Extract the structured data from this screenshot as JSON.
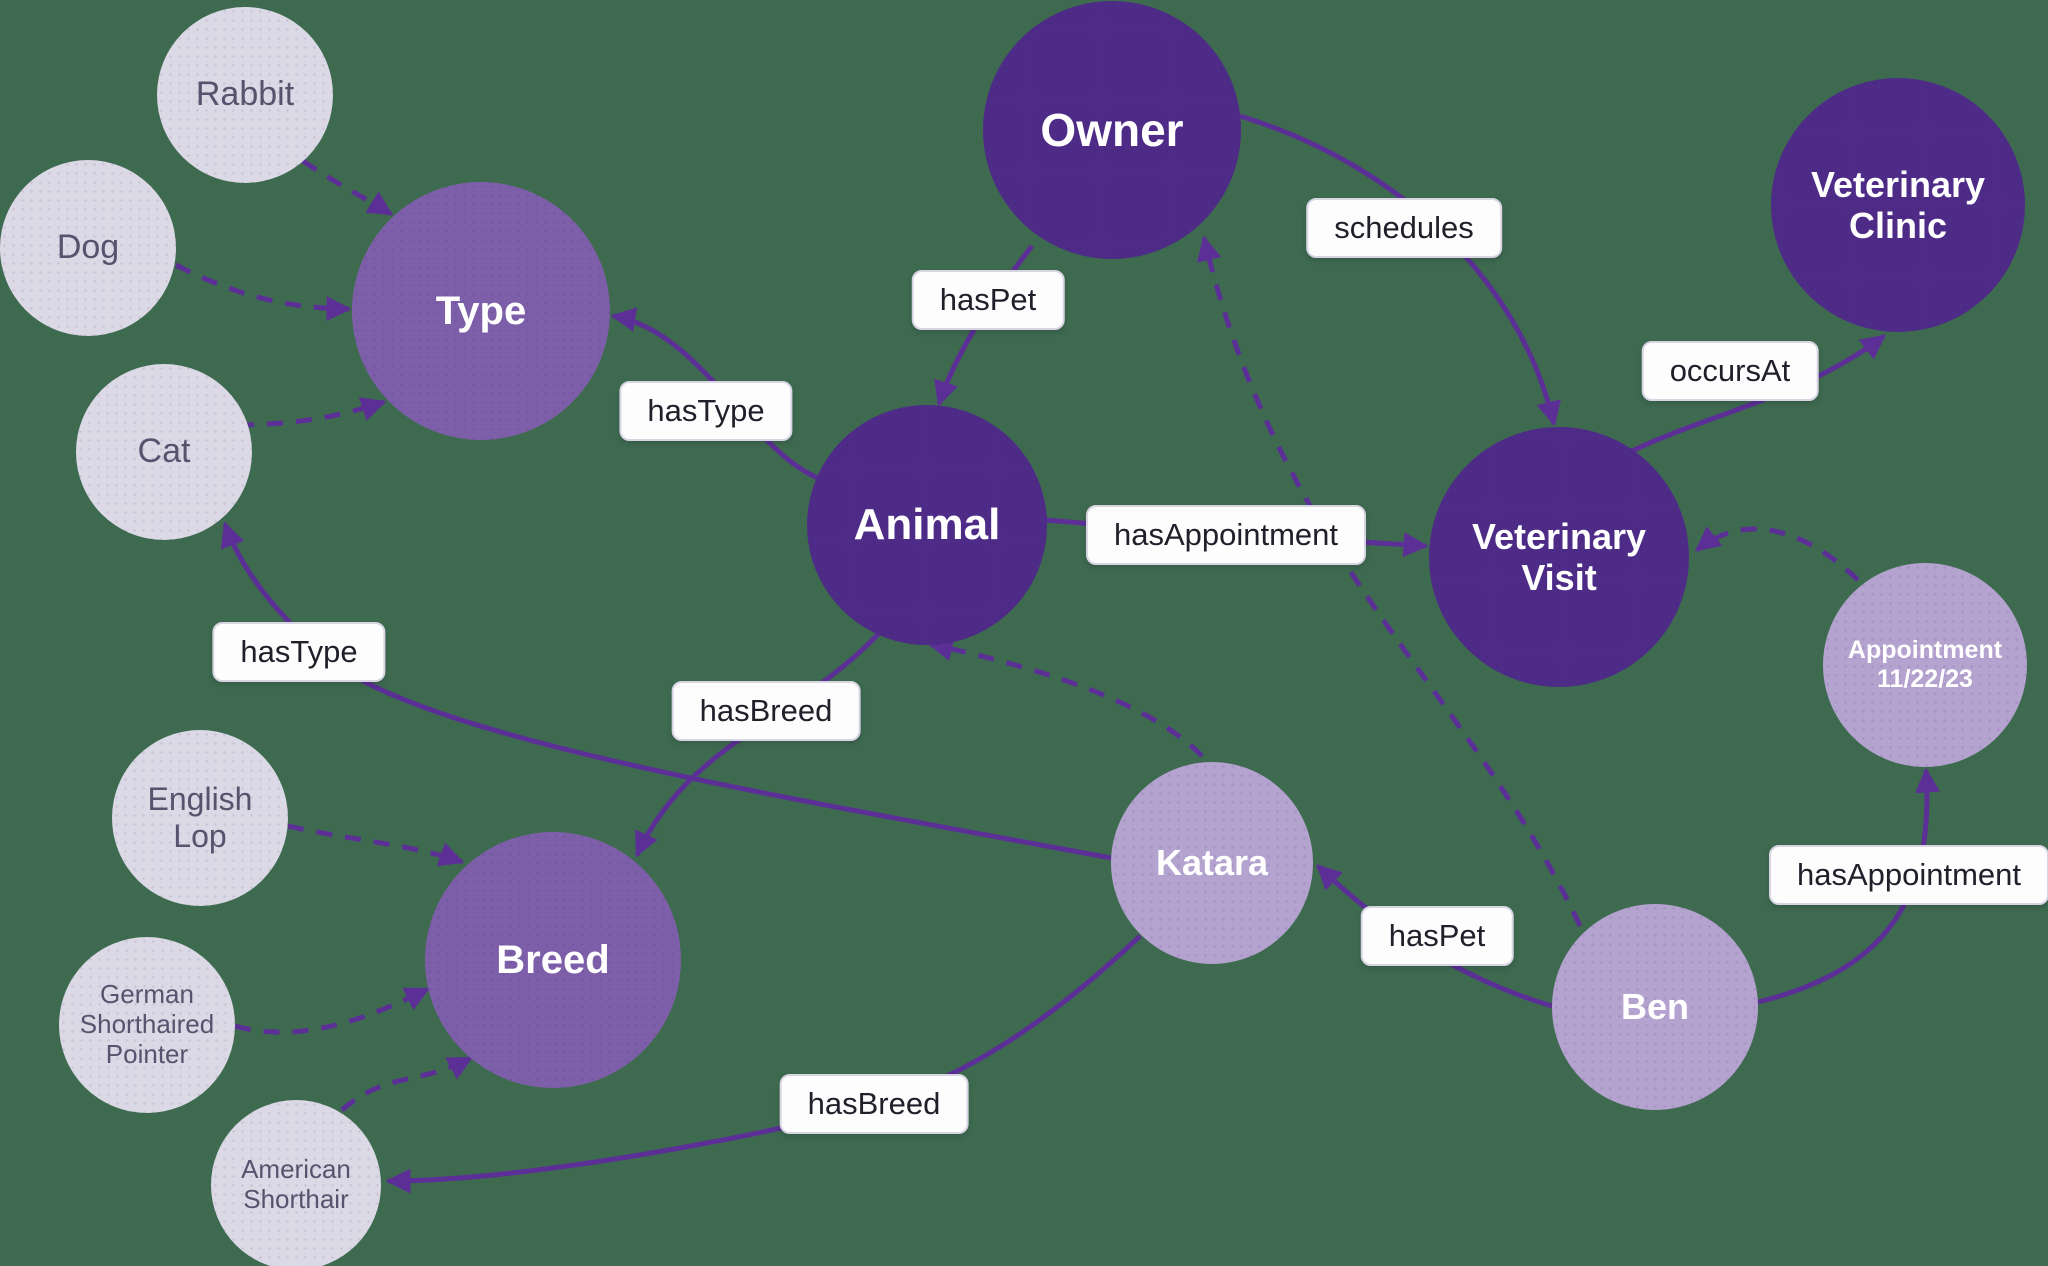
{
  "colors": {
    "background": "#3e6b50",
    "class_node": "#4d2b87",
    "category_node": "#7d5fa9",
    "instance_node": "#b4a2cf",
    "value_node": "#dcd9e6",
    "edge": "#5c2f96",
    "label_background": "#fdfdfe",
    "label_border": "#d8d5e2",
    "value_node_text": "#57536e"
  },
  "nodes": [
    {
      "id": "rabbit",
      "label": "Rabbit",
      "kind": "light"
    },
    {
      "id": "dog",
      "label": "Dog",
      "kind": "light"
    },
    {
      "id": "cat",
      "label": "Cat",
      "kind": "light"
    },
    {
      "id": "type",
      "label": "Type",
      "kind": "mid"
    },
    {
      "id": "owner",
      "label": "Owner",
      "kind": "dark"
    },
    {
      "id": "clinic",
      "label": "Veterinary\nClinic",
      "kind": "dark"
    },
    {
      "id": "animal",
      "label": "Animal",
      "kind": "dark"
    },
    {
      "id": "visit",
      "label": "Veterinary\nVisit",
      "kind": "dark"
    },
    {
      "id": "appointment",
      "label": "Appointment\n11/22/23",
      "kind": "instance"
    },
    {
      "id": "katara",
      "label": "Katara",
      "kind": "instance"
    },
    {
      "id": "ben",
      "label": "Ben",
      "kind": "instance"
    },
    {
      "id": "breed",
      "label": "Breed",
      "kind": "mid"
    },
    {
      "id": "english_lop",
      "label": "English\nLop",
      "kind": "light"
    },
    {
      "id": "gsp",
      "label": "German\nShorthaired\nPointer",
      "kind": "light"
    },
    {
      "id": "am_shorthair",
      "label": "American\nShorthair",
      "kind": "light"
    }
  ],
  "edge_labels": [
    {
      "id": "hastype_upper",
      "text": "hasType"
    },
    {
      "id": "haspet_upper",
      "text": "hasPet"
    },
    {
      "id": "schedules",
      "text": "schedules"
    },
    {
      "id": "occursat",
      "text": "occursAt"
    },
    {
      "id": "hasappointment_mid",
      "text": "hasAppointment"
    },
    {
      "id": "hastype_left",
      "text": "hasType"
    },
    {
      "id": "hasbreed_mid",
      "text": "hasBreed"
    },
    {
      "id": "haspet_lower",
      "text": "hasPet"
    },
    {
      "id": "hasappointment_lower",
      "text": "hasAppointment"
    },
    {
      "id": "hasbreed_bottom",
      "text": "hasBreed"
    }
  ],
  "relationships": [
    {
      "from": "Owner",
      "label": "hasPet",
      "to": "Animal",
      "style": "solid"
    },
    {
      "from": "Owner",
      "label": "schedules",
      "to": "Veterinary Visit",
      "style": "solid"
    },
    {
      "from": "Animal",
      "label": "hasType",
      "to": "Type",
      "style": "solid"
    },
    {
      "from": "Animal",
      "label": "hasBreed",
      "to": "Breed",
      "style": "solid"
    },
    {
      "from": "Animal",
      "label": "hasAppointment",
      "to": "Veterinary Visit",
      "style": "solid"
    },
    {
      "from": "Veterinary Visit",
      "label": "occursAt",
      "to": "Veterinary Clinic",
      "style": "solid"
    },
    {
      "from": "Katara",
      "label": "hasType",
      "to": "Cat",
      "style": "solid"
    },
    {
      "from": "Katara",
      "label": "hasBreed",
      "to": "American Shorthair",
      "style": "solid"
    },
    {
      "from": "Ben",
      "label": "hasPet",
      "to": "Katara",
      "style": "solid"
    },
    {
      "from": "Ben",
      "label": "hasAppointment",
      "to": "Appointment 11/22/23",
      "style": "solid"
    },
    {
      "from": "Rabbit",
      "label": "",
      "to": "Type",
      "style": "dashed"
    },
    {
      "from": "Dog",
      "label": "",
      "to": "Type",
      "style": "dashed"
    },
    {
      "from": "Cat",
      "label": "",
      "to": "Type",
      "style": "dashed"
    },
    {
      "from": "English Lop",
      "label": "",
      "to": "Breed",
      "style": "dashed"
    },
    {
      "from": "German Shorthaired Pointer",
      "label": "",
      "to": "Breed",
      "style": "dashed"
    },
    {
      "from": "American Shorthair",
      "label": "",
      "to": "Breed",
      "style": "dashed"
    },
    {
      "from": "Katara",
      "label": "",
      "to": "Animal",
      "style": "dashed"
    },
    {
      "from": "Ben",
      "label": "",
      "to": "Owner",
      "style": "dashed"
    },
    {
      "from": "Appointment 11/22/23",
      "label": "",
      "to": "Veterinary Visit",
      "style": "dashed"
    }
  ]
}
